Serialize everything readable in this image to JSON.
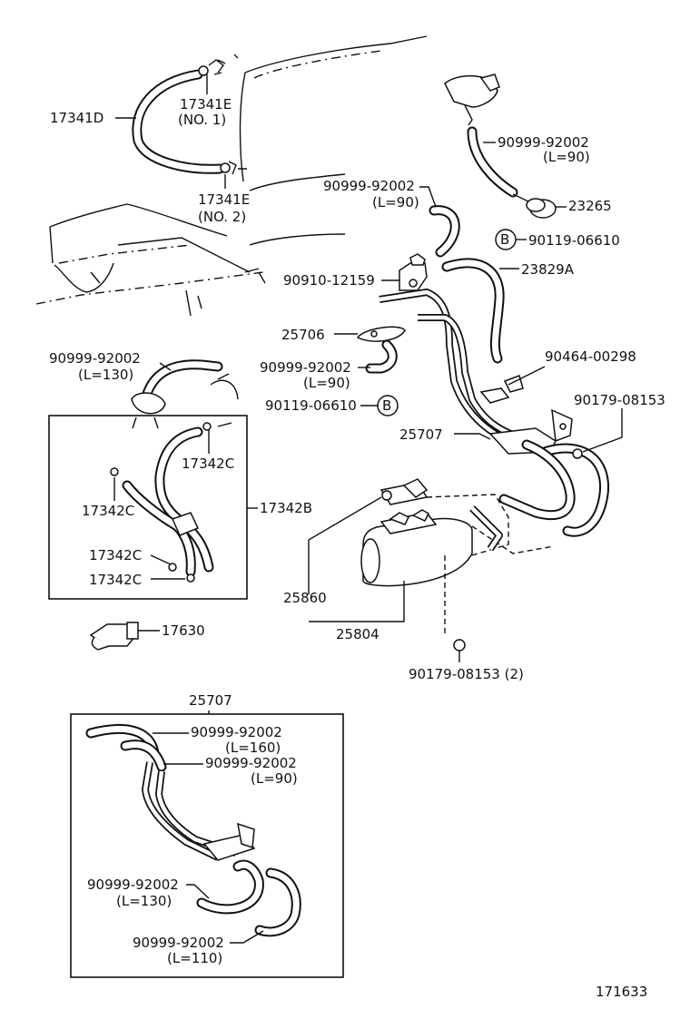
{
  "labels": {
    "p17341D": "17341D",
    "p17341E_1": "17341E",
    "p17341E_1_no": "(NO. 1)",
    "p17341E_2": "17341E",
    "p17341E_2_no": "(NO. 2)",
    "p9099_top": "90999-92002",
    "p9099_top_len": "(L=90)",
    "p23265": "23265",
    "p9099_mid": "90999-92002",
    "p9099_mid_len": "(L=90)",
    "b_circle_1": "B",
    "p90119_top": "90119-06610",
    "p90910": "90910-12159",
    "p23829A": "23829A",
    "p25706": "25706",
    "p9099_left": "90999-92002",
    "p9099_left_len": "(L=90)",
    "p90464": "90464-00298",
    "p90119_left": "90119-06610",
    "b_circle_2": "B",
    "p90179_right": "90179-08153",
    "p25707": "25707",
    "p9099_box": "90999-92002",
    "p9099_box_len": "(L=130)",
    "p17342C_a": "17342C",
    "p17342B": "17342B",
    "p17342C_b": "17342C",
    "p17342C_c": "17342C",
    "p17342C_d": "17342C",
    "p17630": "17630",
    "p25860": "25860",
    "p25804": "25804",
    "p90179_bottom": "90179-08153 (2)",
    "inset_title": "25707",
    "inset_1": "90999-92002",
    "inset_1_len": "(L=160)",
    "inset_2": "90999-92002",
    "inset_2_len": "(L=90)",
    "inset_3": "90999-92002",
    "inset_3_len": "(L=130)",
    "inset_4": "90999-92002",
    "inset_4_len": "(L=110)",
    "figure_number": "171633"
  }
}
